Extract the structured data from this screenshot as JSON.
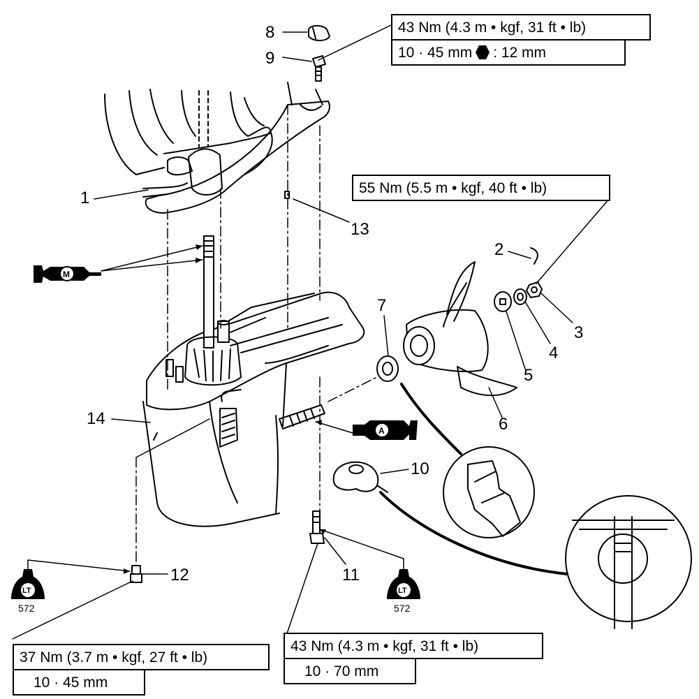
{
  "parts": [
    {
      "id": "1",
      "text": "1"
    },
    {
      "id": "2",
      "text": "2"
    },
    {
      "id": "3",
      "text": "3"
    },
    {
      "id": "4",
      "text": "4"
    },
    {
      "id": "5",
      "text": "5"
    },
    {
      "id": "6",
      "text": "6"
    },
    {
      "id": "7",
      "text": "7"
    },
    {
      "id": "8",
      "text": "8"
    },
    {
      "id": "9",
      "text": "9"
    },
    {
      "id": "10",
      "text": "10"
    },
    {
      "id": "11",
      "text": "11"
    },
    {
      "id": "12",
      "text": "12"
    },
    {
      "id": "13",
      "text": "13"
    },
    {
      "id": "14",
      "text": "14"
    }
  ],
  "specs": {
    "bolt9_torque": "43 Nm (4.3 m • kgf, 31 ft • lb)",
    "bolt9_size_a": "10 ·  45 mm",
    "bolt9_size_b": ": 12 mm",
    "nut3_torque": "55 Nm (5.5 m • kgf, 40 ft • lb)",
    "plug12_torque": "37 Nm (3.7 m • kgf, 27 ft • lb)",
    "plug12_size": "10 ·  45 mm",
    "bolt11_torque": "43 Nm (4.3 m • kgf, 31 ft • lb)",
    "bolt11_size": "10 ·  70 mm"
  },
  "symbols": {
    "grease_m_letter": "M",
    "grease_a_letter": "A",
    "locktite_letter": "LT",
    "locktite_left_code": "572",
    "locktite_right_code": "572"
  },
  "icons": {
    "hex_icon": "hex-wrench-icon",
    "grease_icon": "grease-gun-icon",
    "locktite_icon": "locktite-bottle-icon"
  }
}
